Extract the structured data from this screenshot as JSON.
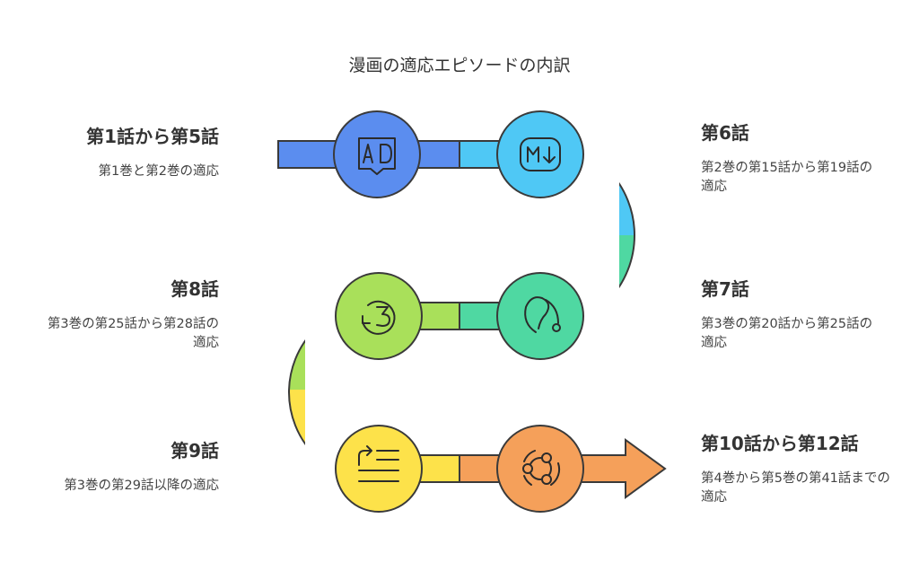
{
  "title": "漫画の適応エピソードの内訳",
  "steps": [
    {
      "heading": "第1話から第5話",
      "desc": "第1巻と第2巻の適応",
      "icon": "book-ad-icon",
      "color": "#5b8def"
    },
    {
      "heading": "第6話",
      "desc": "第2巻の第15話から第19話の適応",
      "icon": "markdown-down-icon",
      "color": "#4fc8f5"
    },
    {
      "heading": "第7話",
      "desc": "第3巻の第20話から第25話の適応",
      "icon": "safety-pin-icon",
      "color": "#4fd8a2"
    },
    {
      "heading": "第8話",
      "desc": "第3巻の第25話から第28話の適応",
      "icon": "rewind-3-icon",
      "color": "#a9e05a"
    },
    {
      "heading": "第9話",
      "desc": "第3巻の第29話以降の適応",
      "icon": "forward-list-icon",
      "color": "#fde24a"
    },
    {
      "heading": "第10話から第12話",
      "desc": "第4巻から第5巻の第41話までの適応",
      "icon": "ubuntu-icon",
      "color": "#f5a05a"
    }
  ]
}
